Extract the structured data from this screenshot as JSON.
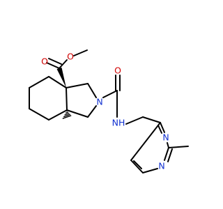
{
  "molecule": {
    "atoms": {
      "ester_o_carbonyl": "O",
      "ester_o_single": "O",
      "amide_o": "O",
      "ring_n": "N",
      "amide_nh": "NH",
      "pyrimidine_n1": "N",
      "pyrimidine_n3": "N"
    }
  },
  "colors": {
    "bond": "#000000",
    "oxygen": "#d00000",
    "nitrogen": "#1030d0",
    "background": "#ffffff"
  }
}
